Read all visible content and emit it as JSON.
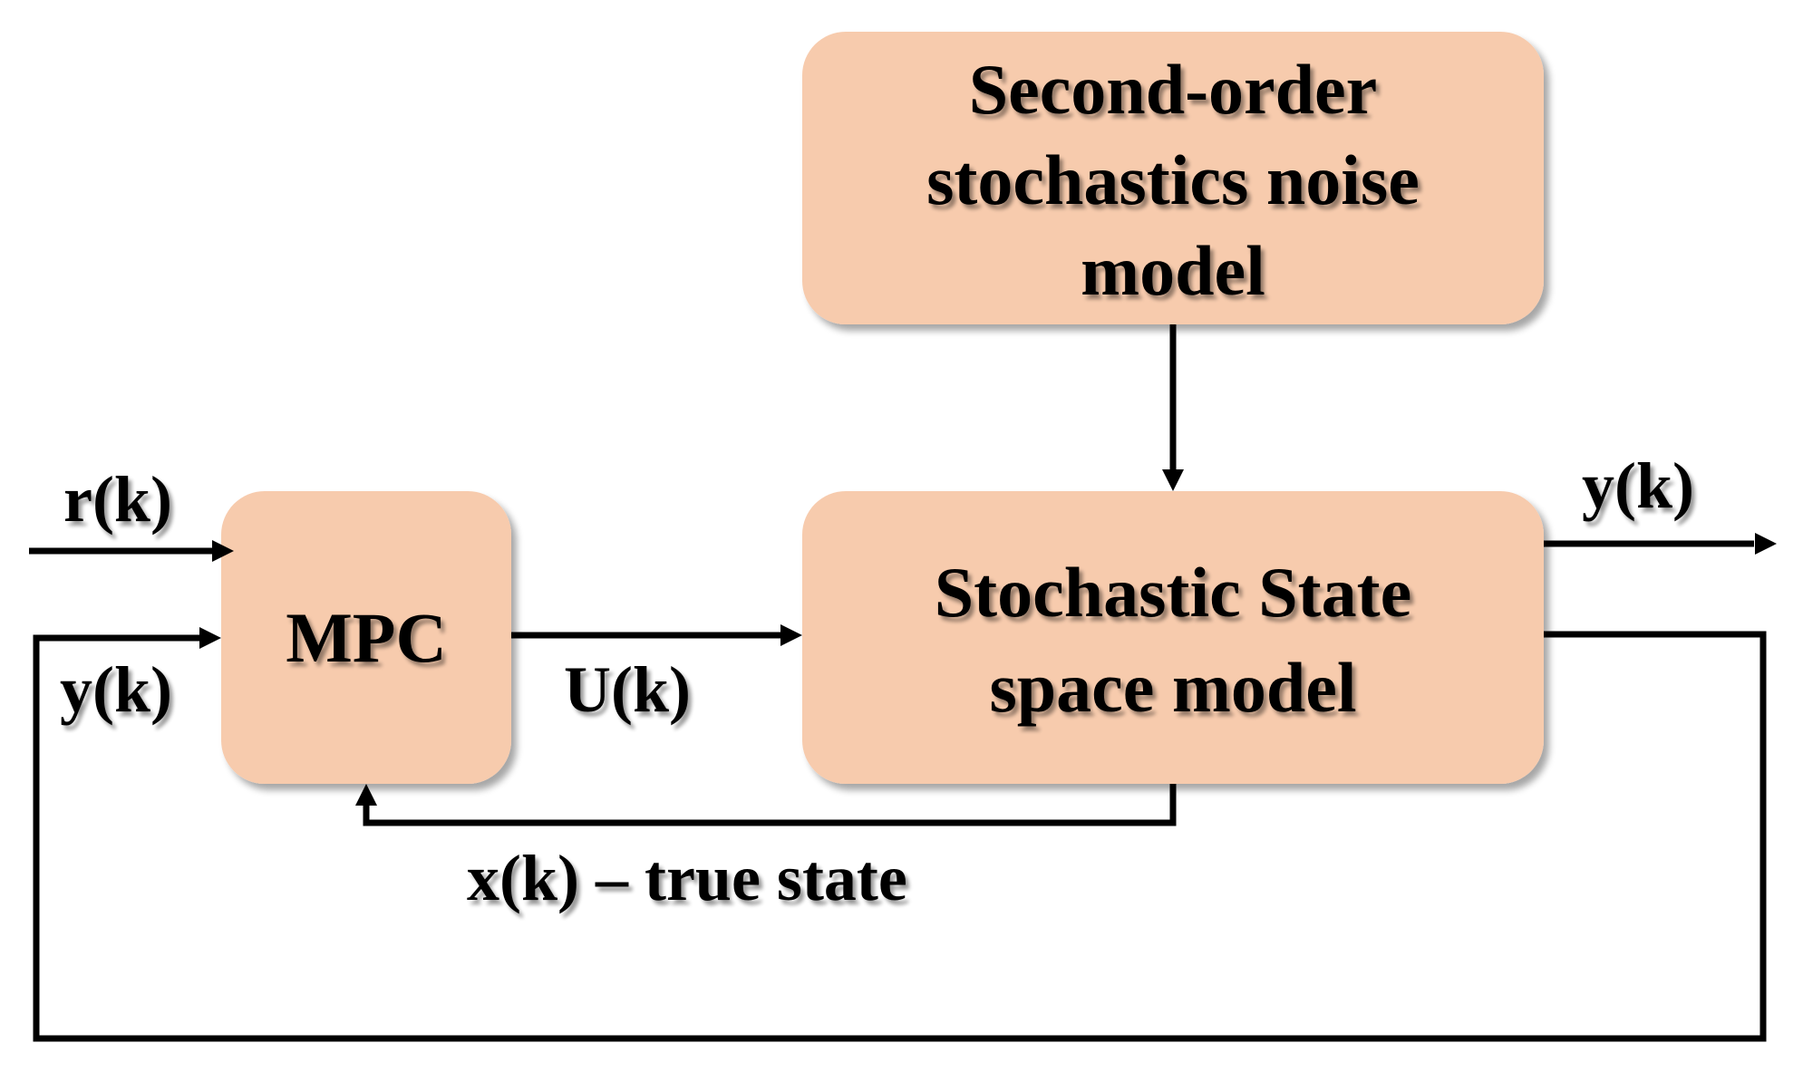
{
  "colors": {
    "block_fill": "#F7CBAD",
    "line": "#000000",
    "background": "#FFFFFF"
  },
  "blocks": {
    "noise_model": {
      "lines": [
        "Second-order",
        "stochastics noise",
        "model"
      ]
    },
    "mpc": {
      "lines": [
        "MPC"
      ]
    },
    "state_space_model": {
      "lines": [
        "Stochastic State",
        "space model"
      ]
    }
  },
  "signals": {
    "reference": "r(k)",
    "output_feedback": "y(k)",
    "control_input": "U(k)",
    "output": "y(k)",
    "true_state": "x(k) – true state"
  }
}
